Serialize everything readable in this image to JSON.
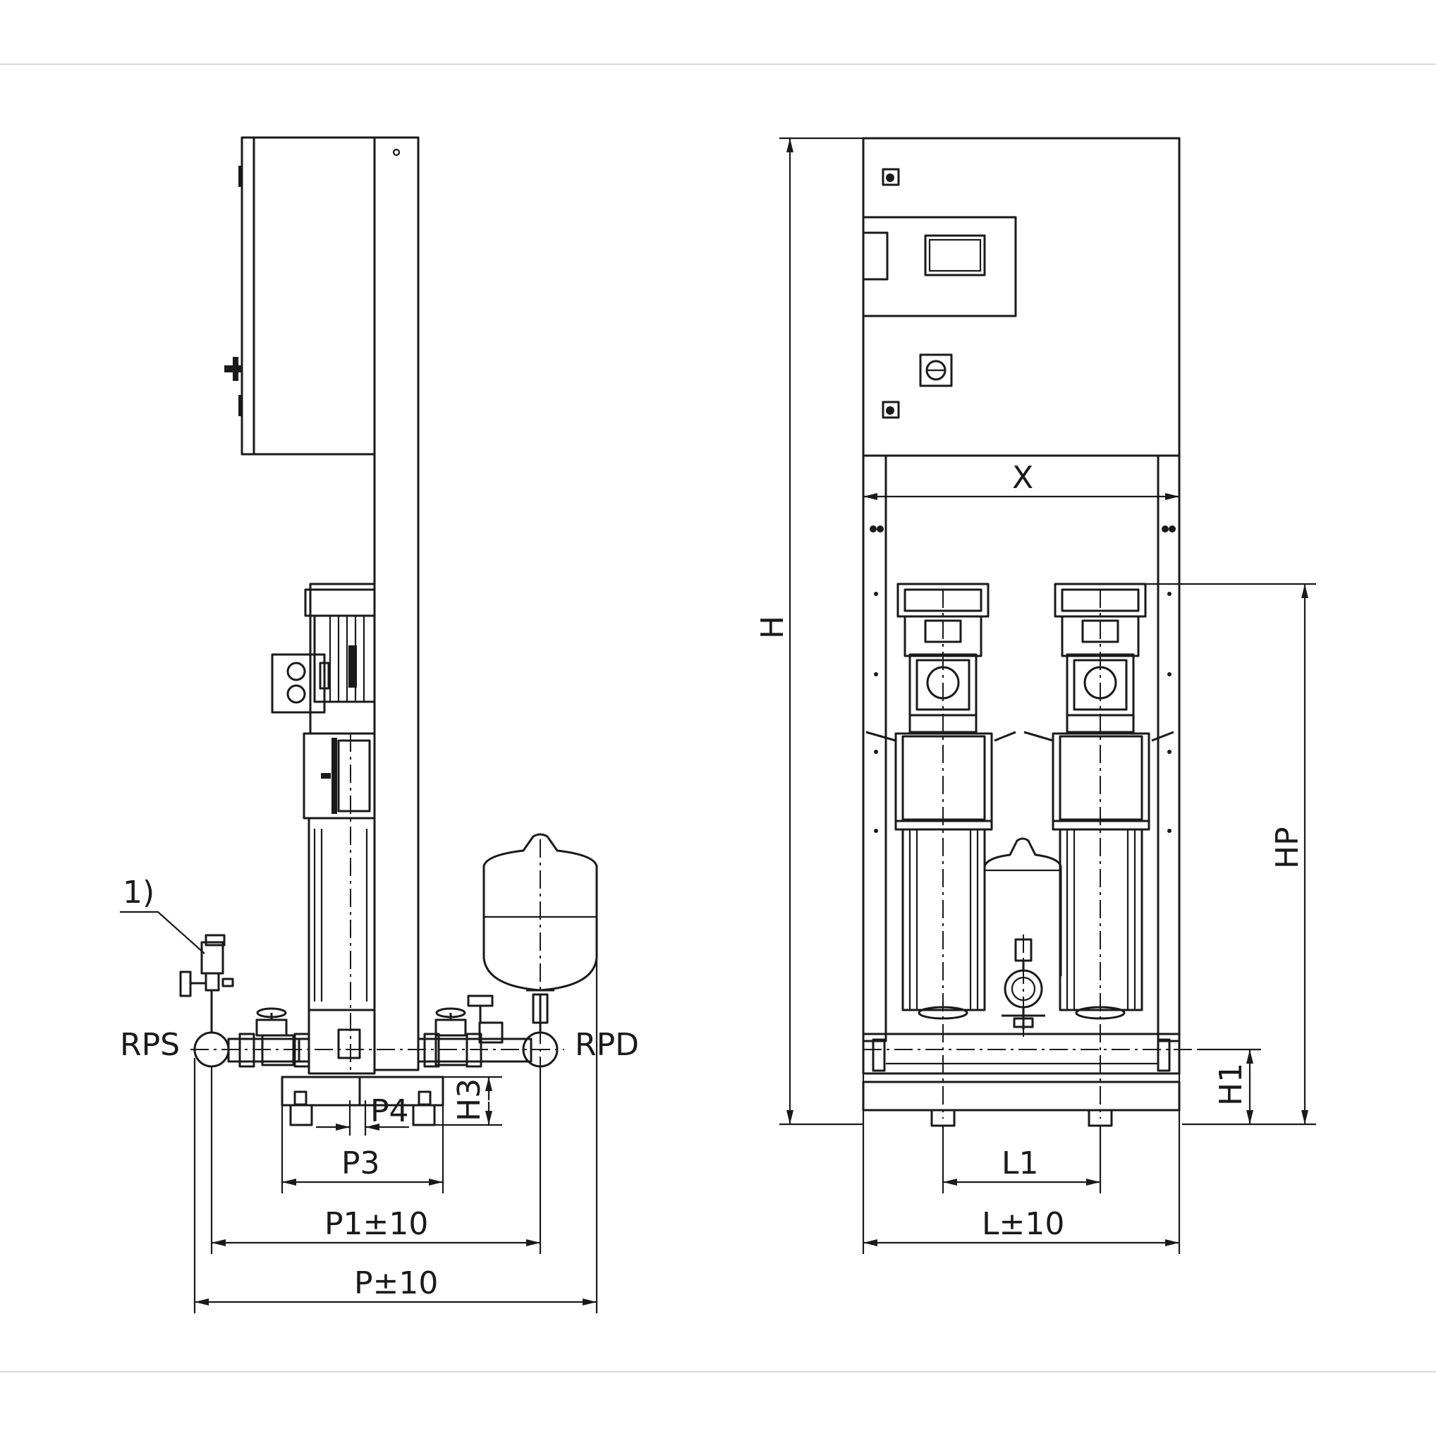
{
  "side_view": {
    "note_label": "1)",
    "suction_label": "RPS",
    "discharge_label": "RPD",
    "dimensions": {
      "p4": "P4",
      "h3": "H3",
      "p3": "P3",
      "p1": "P1±10",
      "p": "P±10"
    }
  },
  "front_view": {
    "dimensions": {
      "x": "X",
      "h": "H",
      "hp": "HP",
      "h1": "H1",
      "l1": "L1",
      "l": "L±10"
    }
  }
}
